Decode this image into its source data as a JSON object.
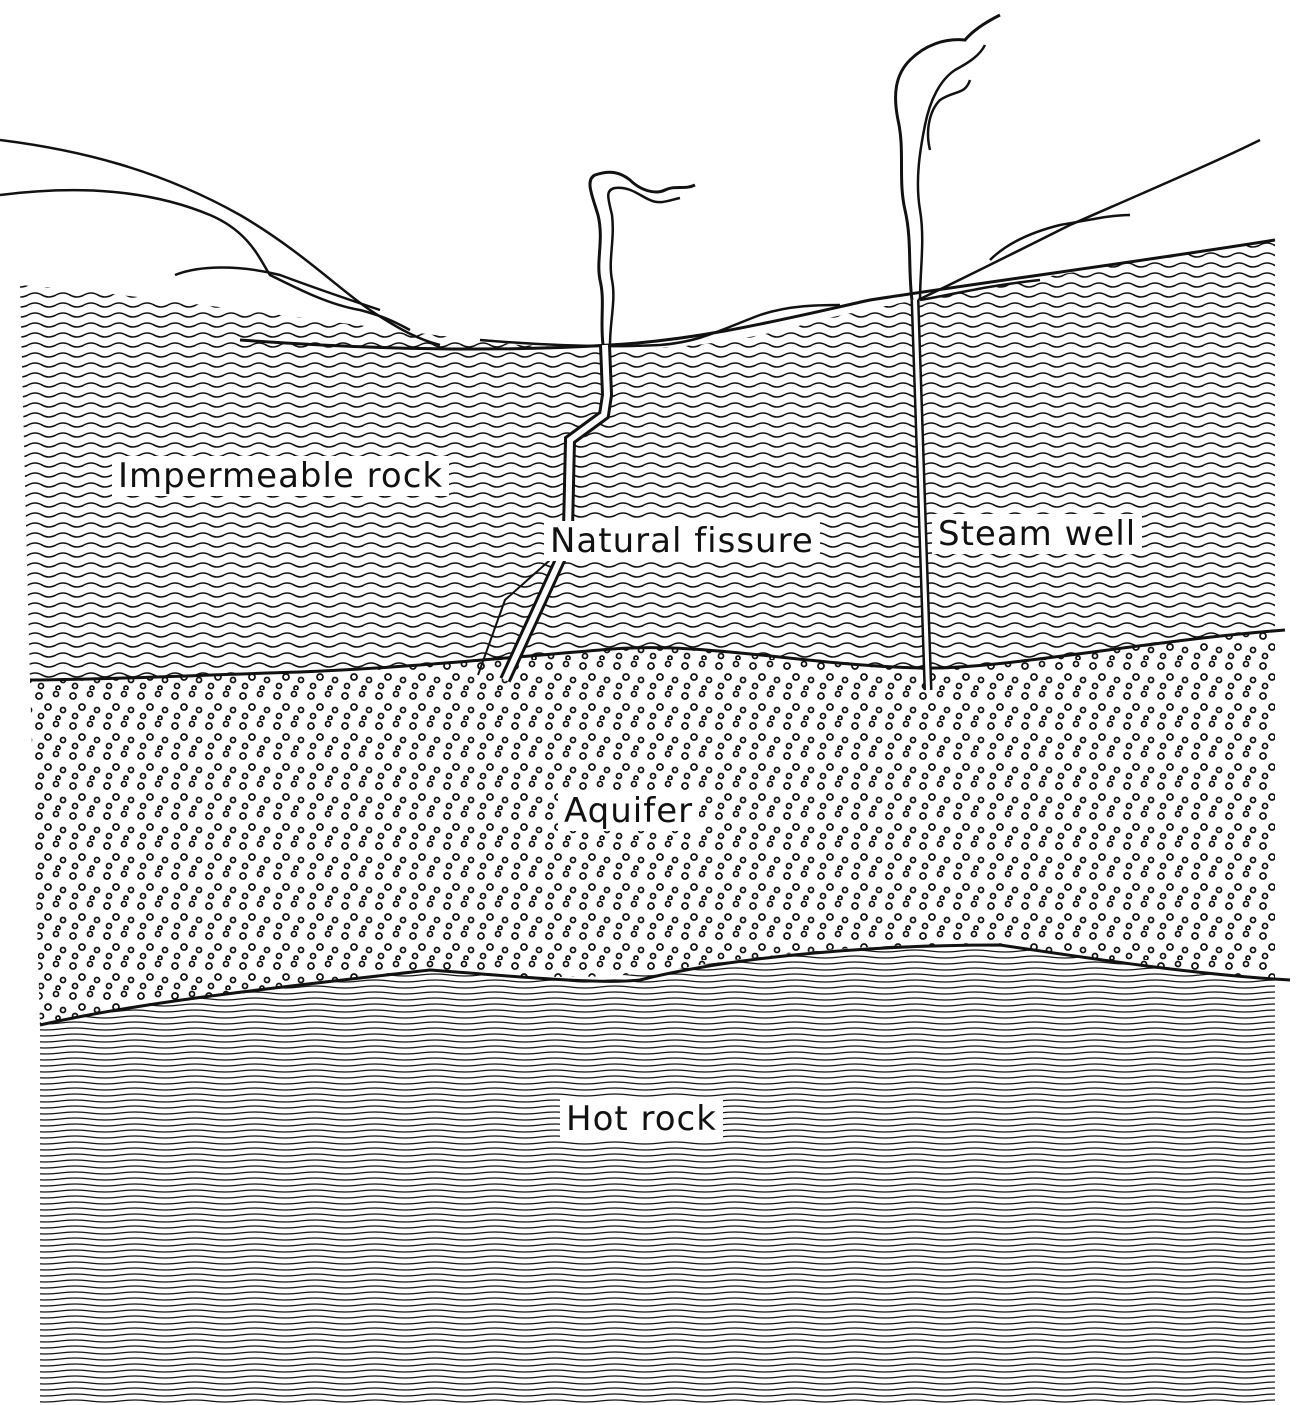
{
  "labels": {
    "impermeable_rock": "Impermeable rock",
    "natural_fissure": "Natural fissure",
    "steam_well": "Steam well",
    "aquifer": "Aquifer",
    "hot_rock": "Hot rock"
  },
  "colors": {
    "ink": "#111111",
    "paper": "#ffffff"
  }
}
